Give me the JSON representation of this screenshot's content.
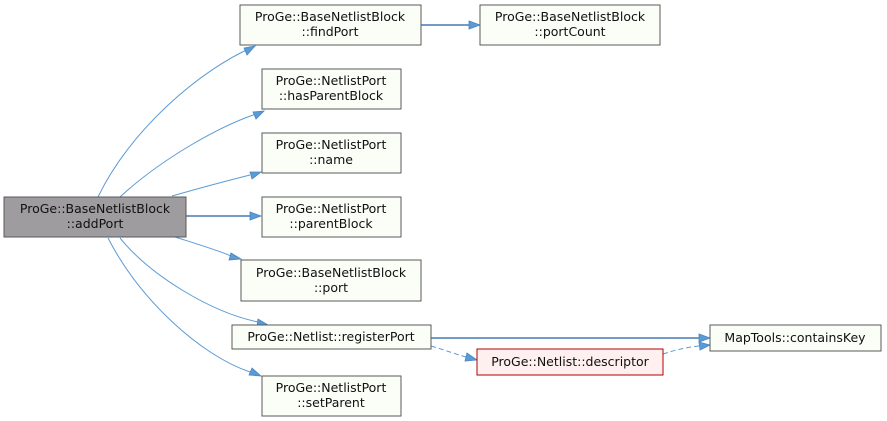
{
  "graph": {
    "nodes": {
      "addPort": {
        "line1": "ProGe::BaseNetlistBlock",
        "line2": "::addPort"
      },
      "findPort": {
        "line1": "ProGe::BaseNetlistBlock",
        "line2": "::findPort"
      },
      "portCount": {
        "line1": "ProGe::BaseNetlistBlock",
        "line2": "::portCount"
      },
      "hasParentBlock": {
        "line1": "ProGe::NetlistPort",
        "line2": "::hasParentBlock"
      },
      "name": {
        "line1": "ProGe::NetlistPort",
        "line2": "::name"
      },
      "parentBlock": {
        "line1": "ProGe::NetlistPort",
        "line2": "::parentBlock"
      },
      "port": {
        "line1": "ProGe::BaseNetlistBlock",
        "line2": "::port"
      },
      "registerPort": {
        "line1": "ProGe::Netlist::registerPort"
      },
      "descriptor": {
        "line1": "ProGe::Netlist::descriptor"
      },
      "containsKey": {
        "line1": "MapTools::containsKey"
      },
      "setParent": {
        "line1": "ProGe::NetlistPort",
        "line2": "::setParent"
      }
    },
    "colors": {
      "root_fill": "#9e9c9e",
      "node_fill": "#fbfdf7",
      "highlight_border": "#b10000",
      "edge": "#5b9bd5"
    }
  }
}
